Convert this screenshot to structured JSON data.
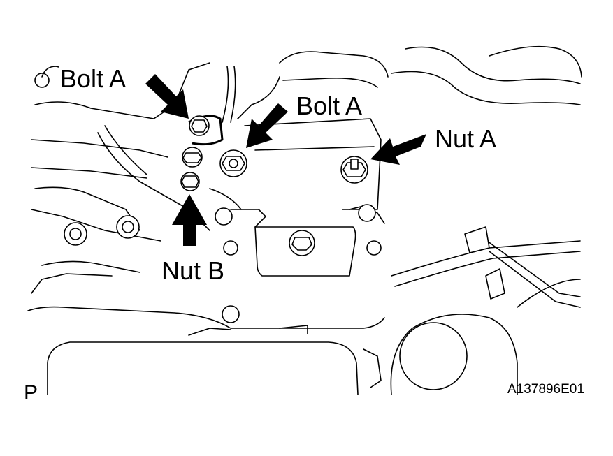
{
  "labels": {
    "bolt_a_left": "Bolt A",
    "bolt_a_right": "Bolt A",
    "nut_a": "Nut A",
    "nut_b": "Nut B"
  },
  "view_code": "P",
  "figure_id": "A137896E01"
}
